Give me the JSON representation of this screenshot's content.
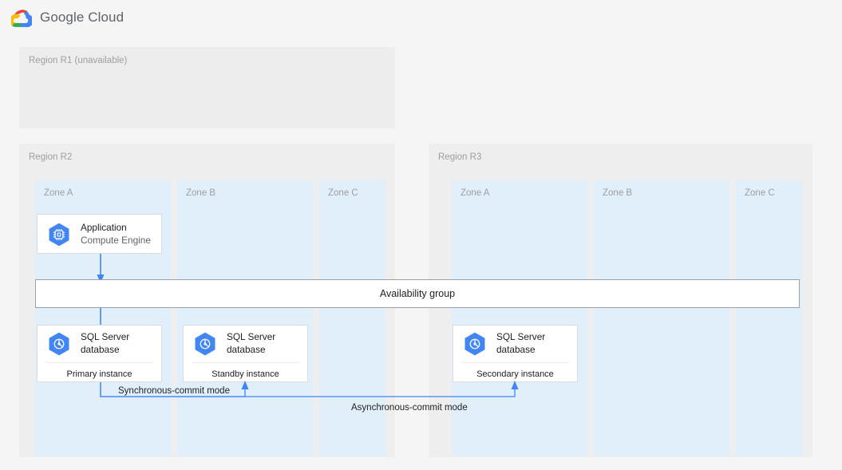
{
  "header": {
    "logo_icon": "google-cloud-logo-icon",
    "product_name": "Google Cloud",
    "logo_colors": {
      "red": "#EA4335",
      "yellow": "#FBBC04",
      "green": "#34A853",
      "blue": "#4285F4"
    }
  },
  "theme": {
    "page_background": "#F5F5F5",
    "region_background": "#EEEEEE",
    "zone_background": "#E1EFFB",
    "card_background": "#FFFFFF",
    "card_border": "#DADCE0",
    "accent_blue": "#4285F4",
    "muted_text": "#9E9E9E",
    "primary_text": "#202124"
  },
  "regions": [
    {
      "id": "r1",
      "label": "Region R1 (unavailable)",
      "state": "unavailable",
      "zones": []
    },
    {
      "id": "r2",
      "label": "Region R2",
      "state": "available",
      "zones": [
        {
          "id": "r2-zone-a",
          "label": "Zone A"
        },
        {
          "id": "r2-zone-b",
          "label": "Zone B"
        },
        {
          "id": "r2-zone-c",
          "label": "Zone C"
        }
      ]
    },
    {
      "id": "r3",
      "label": "Region R3",
      "state": "available",
      "zones": [
        {
          "id": "r3-zone-a",
          "label": "Zone A"
        },
        {
          "id": "r3-zone-b",
          "label": "Zone B"
        },
        {
          "id": "r3-zone-c",
          "label": "Zone C"
        }
      ]
    }
  ],
  "nodes": {
    "application": {
      "icon": "compute-engine-icon",
      "title": "Application",
      "subtitle": "Compute Engine"
    },
    "primary_db": {
      "icon": "sql-server-database-icon",
      "title_line1": "SQL Server",
      "title_line2": "database",
      "role": "Primary instance"
    },
    "standby_db": {
      "icon": "sql-server-database-icon",
      "title_line1": "SQL Server",
      "title_line2": "database",
      "role": "Standby instance"
    },
    "secondary_db": {
      "icon": "sql-server-database-icon",
      "title_line1": "SQL Server",
      "title_line2": "database",
      "role": "Secondary instance"
    }
  },
  "availability_group": {
    "label": "Availability group"
  },
  "connectors": {
    "synchronous": {
      "label": "Synchronous-commit mode",
      "from": "Primary instance",
      "to": "Standby instance"
    },
    "asynchronous": {
      "label": "Asynchronous-commit mode",
      "from": "Primary instance",
      "to": "Secondary instance"
    }
  }
}
